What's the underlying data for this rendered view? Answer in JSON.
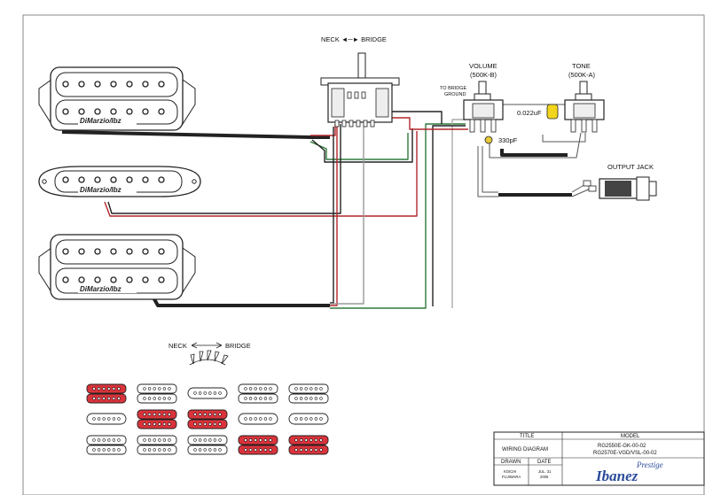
{
  "labels": {
    "switch_top": "NECK ◄─► BRIDGE",
    "neck": "NECK",
    "bridge": "BRIDGE",
    "to_bridge_ground": [
      "TO BRIDGE",
      "GROUND"
    ],
    "volume": [
      "VOLUME",
      "(500K-B)"
    ],
    "tone": [
      "TONE",
      "(500K-A)"
    ],
    "cap_tone": "0.022uF",
    "cap_volume": "330pF",
    "output_jack": "OUTPUT JACK",
    "pickup_brand": "DiMarzio/Ibz",
    "legend_neck": "NECK",
    "legend_bridge": "BRIDGE"
  },
  "title_block": {
    "title_header": "TITLE",
    "title": "WIRING DIAGRAM",
    "model_header": "MODEL",
    "models": [
      "RG2550E-GK-00-02",
      "RG2570E-VGD/VSL-00-02"
    ],
    "drawn_header": "DRAWN",
    "drawn": [
      "KOICHI",
      "FUJIWARA"
    ],
    "date_header": "DATE",
    "date": [
      "JUL. 31",
      "2006"
    ],
    "brand": "Ibanez",
    "brand_sub": "Prestige"
  },
  "colors": {
    "active_coil": "#d9333b",
    "black_wire": "#222222",
    "red_wire": "#b3262b",
    "green_wire": "#2f7a3a",
    "white_wire": "#aaaaaa",
    "cap_yellow": "#f2d51c",
    "cap_volume": "#e4c93a"
  },
  "switch_positions": [
    [
      "red",
      "white",
      "white",
      "white",
      "white"
    ],
    [
      "white",
      "red",
      "red",
      "white",
      "white"
    ],
    [
      "white",
      "white",
      "white",
      "red",
      "red"
    ]
  ]
}
